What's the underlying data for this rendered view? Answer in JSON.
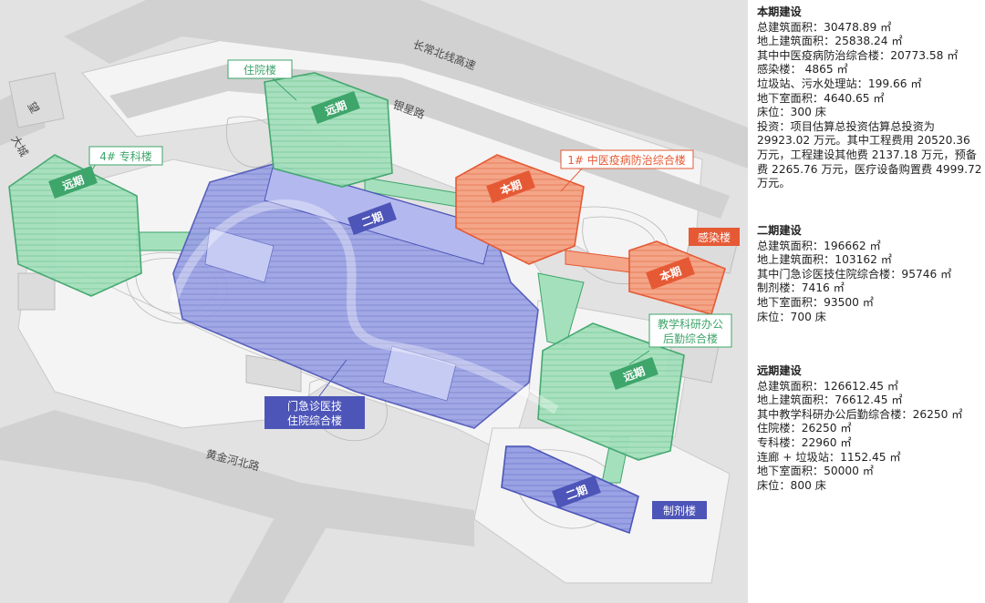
{
  "roads": {
    "changchang": "长常北线高速",
    "yinxing": "银星路",
    "huangjinhe": "黄金河北路",
    "dacheng": "大城",
    "wang": "望"
  },
  "buildings": {
    "zhuyuan": {
      "label": "住院楼",
      "phase": "远期"
    },
    "zhuanke": {
      "label": "4# 专科楼",
      "phase": "远期"
    },
    "zhongyi": {
      "label": "1# 中医疫病防治综合楼",
      "phase": "本期"
    },
    "ganran": {
      "label": "感染楼",
      "phase": "本期"
    },
    "menji": {
      "label_line1": "门急诊医技",
      "label_line2": "住院综合楼",
      "phase": "二期"
    },
    "jiaoxue": {
      "label_line1": "教学科研办公",
      "label_line2": "后勤综合楼",
      "phase": "远期"
    },
    "zhiji": {
      "label": "制剂楼",
      "phase": "二期"
    }
  },
  "colors": {
    "phase_current": "#ef8466",
    "phase_two": "#8088d8",
    "phase_future": "#8fd6ab"
  },
  "panel": {
    "current": {
      "title": "本期建设",
      "lines": [
        "总建筑面积：30478.89 ㎡",
        "地上建筑面积：25838.24 ㎡",
        "其中中医疫病防治综合楼：20773.58 ㎡",
        "感染楼：  4865 ㎡",
        "垃圾站、污水处理站：199.66 ㎡",
        "地下室面积：4640.65 ㎡",
        "床位：300 床"
      ],
      "investment": "投资：项目估算总投资估算总投资为 29923.02 万元。其中工程费用 20520.36 万元，工程建设其他费 2137.18 万元，预备费 2265.76 万元，医疗设备购置费 4999.72 万元。"
    },
    "phase2": {
      "title": "二期建设",
      "lines": [
        "总建筑面积：196662 ㎡",
        "地上建筑面积：103162 ㎡",
        "其中门急诊医技住院综合楼：95746 ㎡",
        "制剂楼：7416 ㎡",
        "地下室面积：93500 ㎡",
        "床位：700 床"
      ]
    },
    "future": {
      "title": "远期建设",
      "lines": [
        "总建筑面积：126612.45 ㎡",
        "地上建筑面积：76612.45 ㎡",
        "其中教学科研办公后勤综合楼：26250 ㎡",
        "住院楼：26250 ㎡",
        "专科楼：22960 ㎡",
        "连廊 + 垃圾站：1152.45 ㎡",
        "地下室面积：50000 ㎡",
        "床位：800 床"
      ]
    }
  }
}
